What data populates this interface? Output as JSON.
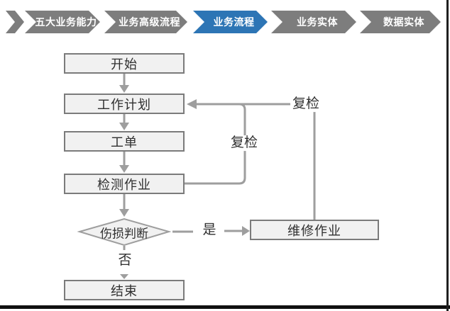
{
  "nav": {
    "items": [
      {
        "label": "五大业务能力",
        "active": false
      },
      {
        "label": "业务高级流程",
        "active": false
      },
      {
        "label": "业务流程",
        "active": true
      },
      {
        "label": "业务实体",
        "active": false
      },
      {
        "label": "数据实体",
        "active": false
      }
    ],
    "active_color": "#2d75b5",
    "inactive_color": "#7d7d7d"
  },
  "flowchart": {
    "nodes": {
      "start": {
        "label": "开始"
      },
      "work_plan": {
        "label": "工作计划"
      },
      "work_order": {
        "label": "工单"
      },
      "inspection_job": {
        "label": "检测作业"
      },
      "damage_judgment": {
        "label": "伤损判断"
      },
      "repair_job": {
        "label": "维修作业"
      },
      "end": {
        "label": "结束"
      }
    },
    "edge_labels": {
      "recheck_inner": "复检",
      "recheck_outer": "复检",
      "yes": "是",
      "no": "否"
    },
    "colors": {
      "node_fill": "#f1f1f1",
      "node_border": "#7b7b7b",
      "connector": "#9e9e9e"
    }
  }
}
